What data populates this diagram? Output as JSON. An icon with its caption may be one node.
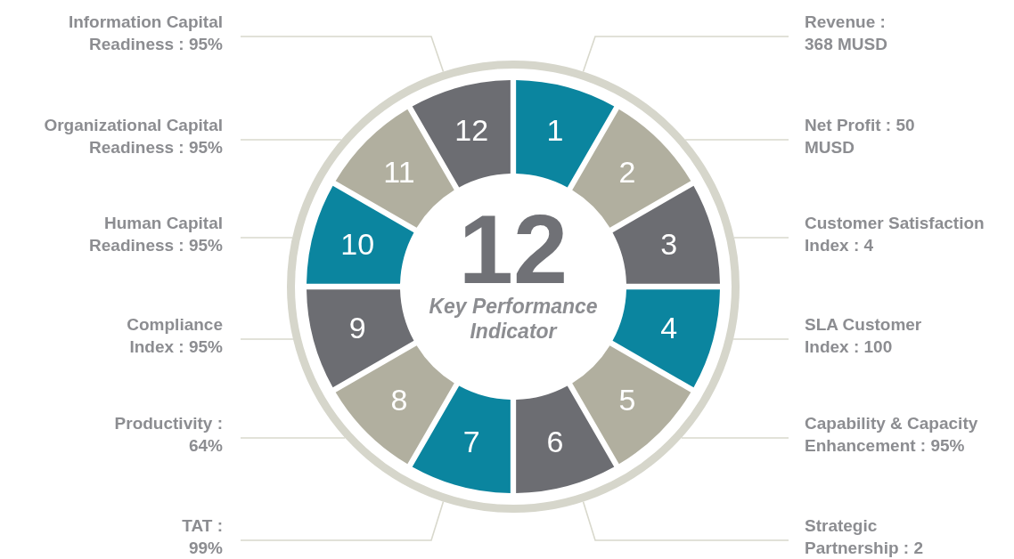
{
  "diagram": {
    "nodes": [
      {
        "text": [],
        "shape": "circle"
      },
      {
        "text": [
          "12",
          "Key Performance Indicator"
        ],
        "in": 0
      },
      {
        "text": [
          "1"
        ],
        "in": 0
      },
      {
        "text": [
          "2"
        ],
        "in": 0
      },
      {
        "text": [
          "3"
        ],
        "in": 0
      },
      {
        "text": [
          "4"
        ],
        "in": 0
      },
      {
        "text": [
          "5"
        ],
        "in": 0
      },
      {
        "text": [
          "6"
        ],
        "in": 0
      },
      {
        "text": [
          "7"
        ],
        "in": 0
      },
      {
        "text": [
          "8"
        ],
        "in": 0
      },
      {
        "text": [
          "9"
        ],
        "in": 0
      },
      {
        "text": [
          "10"
        ],
        "in": 0
      },
      {
        "text": [
          "11"
        ],
        "in": 0
      },
      {
        "text": [
          "12"
        ],
        "in": 0
      },
      {
        "text": [
          "Information Capital Readiness : 95%"
        ]
      },
      {
        "text": [
          "Revenue : 368 MUSD"
        ]
      },
      {
        "text": [
          "Organizational Capital Readiness : 95%"
        ]
      },
      {
        "text": [
          "Net Profit : 50 MUSD"
        ]
      },
      {
        "text": [
          "Human Capital Readiness : 95%"
        ]
      },
      {
        "text": [
          "Customer Satisfaction Index : 4"
        ]
      },
      {
        "text": [
          "Compliance Index : 95%"
        ]
      },
      {
        "text": [
          "SLA Customer Index : 100"
        ]
      },
      {
        "text": [
          "Productivity : 64%"
        ]
      },
      {
        "text": [
          "Capability & Capacity Enhancement : 95%"
        ]
      },
      {
        "text": [
          "TAT : 99%"
        ]
      },
      {
        "text": [
          "Strategic Partnership : 2"
        ]
      }
    ],
    "edges": [
      {
        "from": 14,
        "to": 0,
        "arrow": "none"
      },
      {
        "from": 15,
        "to": 0,
        "arrow": "none"
      },
      {
        "from": 16,
        "to": 0,
        "arrow": "none"
      },
      {
        "from": 17,
        "to": 0,
        "arrow": "none"
      },
      {
        "from": 18,
        "to": 0,
        "arrow": "none"
      },
      {
        "from": 19,
        "to": 0,
        "arrow": "none"
      },
      {
        "from": 20,
        "to": 0,
        "arrow": "none"
      },
      {
        "from": 21,
        "to": 0,
        "arrow": "none"
      },
      {
        "from": 22,
        "to": 0,
        "arrow": "none"
      },
      {
        "from": 23,
        "to": 0,
        "arrow": "none"
      },
      {
        "from": 24,
        "to": 0,
        "arrow": "none"
      },
      {
        "from": 25,
        "to": 0,
        "arrow": "none"
      }
    ]
  }
}
